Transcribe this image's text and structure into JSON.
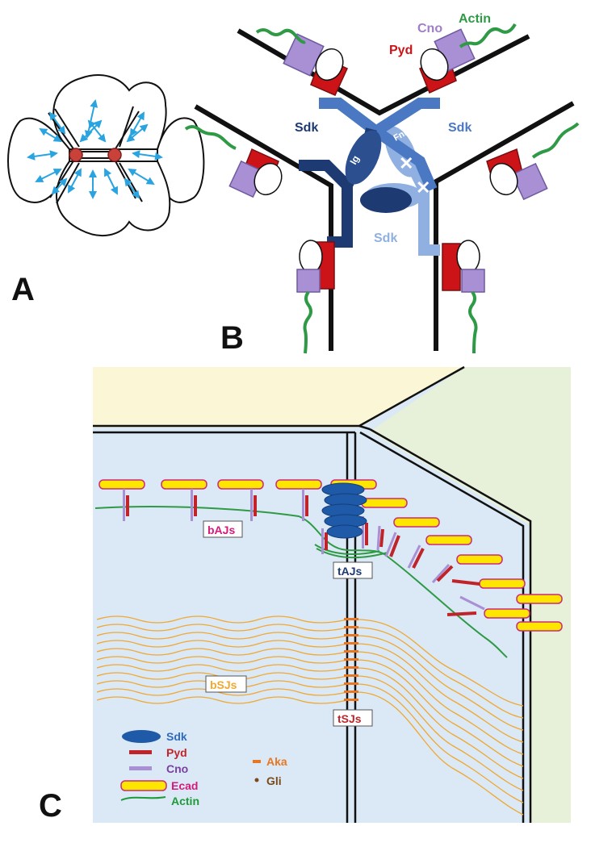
{
  "panels": {
    "a": "A",
    "b": "B",
    "c": "C"
  },
  "panel_b": {
    "labels": {
      "cno": "Cno",
      "actin": "Actin",
      "pyd": "Pyd",
      "sdk_left": "Sdk",
      "sdk_right": "Sdk",
      "sdk_bottom": "Sdk",
      "fniii": "FnIII",
      "ig": "Ig"
    }
  },
  "panel_c": {
    "junctions": {
      "bajs": "bAJs",
      "tajs": "tAJs",
      "bsjs": "bSJs",
      "tsjs": "tSJs"
    },
    "legend": [
      {
        "key": "sdk",
        "label": "Sdk",
        "color": "#2e6bbf"
      },
      {
        "key": "pyd",
        "label": "Pyd",
        "color": "#c0242b"
      },
      {
        "key": "cno",
        "label": "Cno",
        "color": "#7a3fa0"
      },
      {
        "key": "ecad",
        "label": "Ecad",
        "color": "#d6197c"
      },
      {
        "key": "actin",
        "label": "Actin",
        "color": "#1f9a3a"
      },
      {
        "key": "aka",
        "label": "Aka",
        "color": "#e87722"
      },
      {
        "key": "gli",
        "label": "Gli",
        "color": "#7a4a1a"
      }
    ]
  },
  "colors": {
    "sdk_dark": "#1e3a73",
    "sdk_mid": "#4a78c2",
    "sdk_light": "#8fb0e0",
    "pyd": "#cc1418",
    "cno": "#a98fd4",
    "actin": "#2f9a45",
    "ecad": "#ffe600",
    "ecad_outline": "#cc2a7a",
    "aka": "#e87722",
    "cell_blue": "#dbe8f5",
    "cell_yellow": "#fbf6d6",
    "cell_green": "#e7f0d8",
    "arrows": "#2aa4e0",
    "bsj_lines": "#f0a830"
  }
}
